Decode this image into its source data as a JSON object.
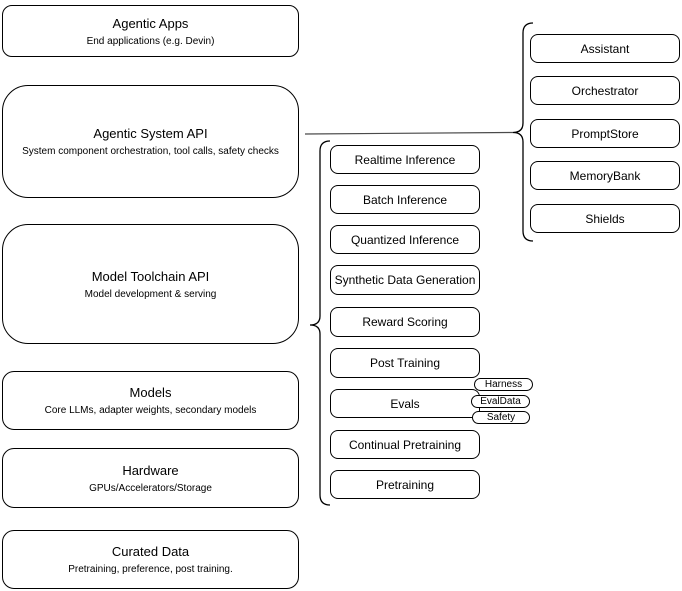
{
  "diagram": {
    "left_column": [
      {
        "title": "Agentic Apps",
        "subtitle": "End applications (e.g. Devin)"
      },
      {
        "title": "Agentic System API",
        "subtitle": "System component orchestration, tool calls, safety checks"
      },
      {
        "title": "Model Toolchain API",
        "subtitle": "Model development & serving"
      },
      {
        "title": "Models",
        "subtitle": "Core LLMs, adapter weights, secondary models"
      },
      {
        "title": "Hardware",
        "subtitle": "GPUs/Accelerators/Storage"
      },
      {
        "title": "Curated Data",
        "subtitle": "Pretraining, preference, post training."
      }
    ],
    "toolchain": {
      "items": [
        "Realtime Inference",
        "Batch Inference",
        "Quantized Inference",
        "Synthetic Data Generation",
        "Reward Scoring",
        "Post Training",
        "Evals",
        "Continual Pretraining",
        "Pretraining"
      ],
      "eval_tags": [
        "Harness",
        "EvalData",
        "Safety"
      ]
    },
    "system": {
      "items": [
        "Assistant",
        "Orchestrator",
        "PromptStore",
        "MemoryBank",
        "Shields"
      ]
    },
    "colors": {
      "stroke": "#000000",
      "background": "#ffffff",
      "connector": "#4a4a4a",
      "text": "#000000"
    }
  }
}
